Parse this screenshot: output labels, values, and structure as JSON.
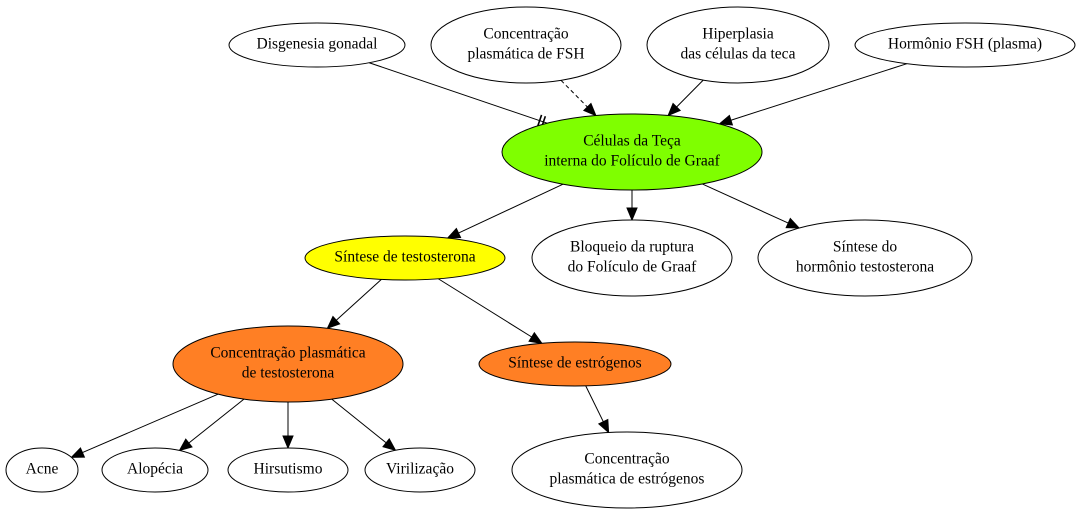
{
  "colors": {
    "white": "#ffffff",
    "green": "#7fff00",
    "yellow": "#ffff00",
    "orange": "#ff7f24"
  },
  "nodes": {
    "disgenesia": {
      "lines": [
        "Disgenesia gonadal"
      ],
      "fill": "#ffffff"
    },
    "conc_fsh": {
      "lines": [
        "Concentração",
        "plasmática de FSH"
      ],
      "fill": "#ffffff"
    },
    "hiperplasia": {
      "lines": [
        "Hiperplasia",
        "das células da teca"
      ],
      "fill": "#ffffff"
    },
    "hormonio_fsh": {
      "lines": [
        "Hormônio FSH (plasma)"
      ],
      "fill": "#ffffff"
    },
    "celulas_teca": {
      "lines": [
        "Células da Teça",
        "interna do Folículo de Graaf"
      ],
      "fill": "#7fff00"
    },
    "sintese_testo": {
      "lines": [
        "Síntese de testosterona"
      ],
      "fill": "#ffff00"
    },
    "bloqueio": {
      "lines": [
        "Bloqueio da ruptura",
        "do Folículo de Graaf"
      ],
      "fill": "#ffffff"
    },
    "sintese_hormonio": {
      "lines": [
        "Síntese do",
        "hormônio testosterona"
      ],
      "fill": "#ffffff"
    },
    "conc_testo": {
      "lines": [
        "Concentração plasmática",
        "de testosterona"
      ],
      "fill": "#ff7f24"
    },
    "sintese_estro": {
      "lines": [
        "Síntese de estrógenos"
      ],
      "fill": "#ff7f24"
    },
    "acne": {
      "lines": [
        "Acne"
      ],
      "fill": "#ffffff"
    },
    "alopecia": {
      "lines": [
        "Alopécia"
      ],
      "fill": "#ffffff"
    },
    "hirsutismo": {
      "lines": [
        "Hirsutismo"
      ],
      "fill": "#ffffff"
    },
    "virilizacao": {
      "lines": [
        "Virilização"
      ],
      "fill": "#ffffff"
    },
    "conc_estro": {
      "lines": [
        "Concentração",
        "plasmática de estrógenos"
      ],
      "fill": "#ffffff"
    }
  },
  "edges": [
    {
      "from": "disgenesia",
      "to": "celulas_teca",
      "style": "solid",
      "head": "tee"
    },
    {
      "from": "conc_fsh",
      "to": "celulas_teca",
      "style": "dashed",
      "head": "arrow"
    },
    {
      "from": "hiperplasia",
      "to": "celulas_teca",
      "style": "solid",
      "head": "arrow"
    },
    {
      "from": "hormonio_fsh",
      "to": "celulas_teca",
      "style": "solid",
      "head": "arrow"
    },
    {
      "from": "celulas_teca",
      "to": "sintese_testo",
      "style": "solid",
      "head": "arrow"
    },
    {
      "from": "celulas_teca",
      "to": "bloqueio",
      "style": "solid",
      "head": "arrow"
    },
    {
      "from": "celulas_teca",
      "to": "sintese_hormonio",
      "style": "solid",
      "head": "arrow"
    },
    {
      "from": "sintese_testo",
      "to": "conc_testo",
      "style": "solid",
      "head": "arrow"
    },
    {
      "from": "sintese_testo",
      "to": "sintese_estro",
      "style": "solid",
      "head": "arrow"
    },
    {
      "from": "conc_testo",
      "to": "acne",
      "style": "solid",
      "head": "arrow"
    },
    {
      "from": "conc_testo",
      "to": "alopecia",
      "style": "solid",
      "head": "arrow"
    },
    {
      "from": "conc_testo",
      "to": "hirsutismo",
      "style": "solid",
      "head": "arrow"
    },
    {
      "from": "conc_testo",
      "to": "virilizacao",
      "style": "solid",
      "head": "arrow"
    },
    {
      "from": "sintese_estro",
      "to": "conc_estro",
      "style": "solid",
      "head": "arrow"
    }
  ]
}
